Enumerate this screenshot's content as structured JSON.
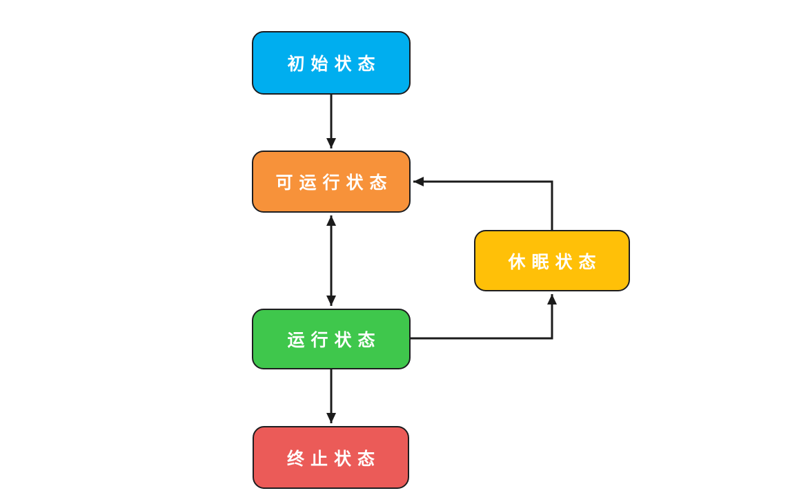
{
  "diagram": {
    "type": "flowchart",
    "background": "#ffffff",
    "line_color": "#1b1b1b",
    "node_border_color": "#1d1d1f",
    "text_color": "#ffffff",
    "nodes": [
      {
        "id": "initial",
        "label": "初始状态",
        "color": "#00AEEF"
      },
      {
        "id": "runnable",
        "label": "可运行状态",
        "color": "#F7923A"
      },
      {
        "id": "sleep",
        "label": "休眠状态",
        "color": "#FFC008"
      },
      {
        "id": "running",
        "label": "运行状态",
        "color": "#3FC74C"
      },
      {
        "id": "terminated",
        "label": "终止状态",
        "color": "#EB5B58"
      }
    ],
    "edges": [
      {
        "from": "initial",
        "to": "runnable",
        "direction": "down",
        "style": "arrow"
      },
      {
        "from": "runnable",
        "to": "running",
        "direction": "vertical-both",
        "style": "double-arrow"
      },
      {
        "from": "running",
        "to": "terminated",
        "direction": "down",
        "style": "arrow"
      },
      {
        "from": "running",
        "to": "sleep",
        "direction": "right-then-up",
        "style": "arrow"
      },
      {
        "from": "sleep",
        "to": "runnable",
        "direction": "up-then-left",
        "style": "arrow"
      }
    ]
  }
}
